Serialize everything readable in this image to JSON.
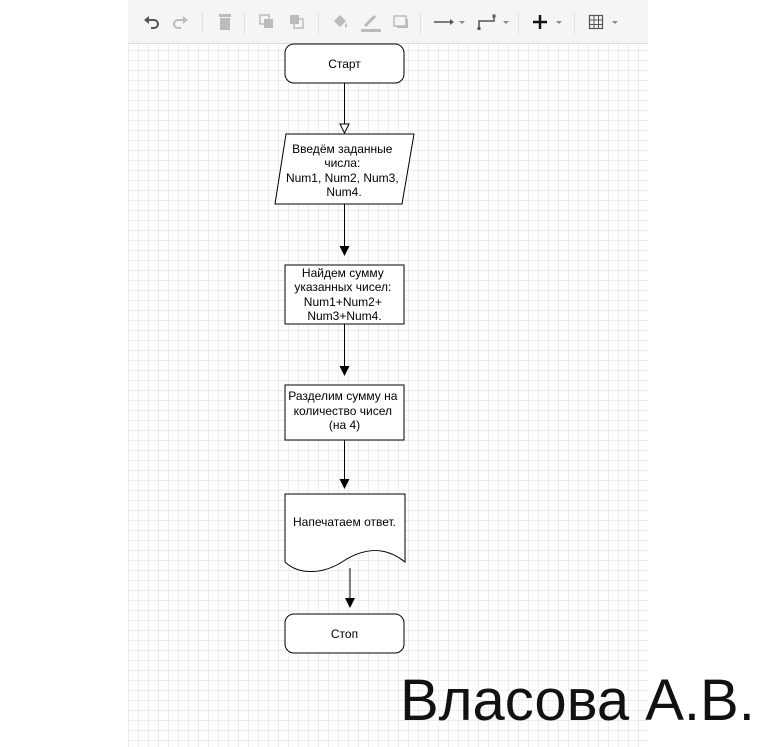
{
  "toolbar": {
    "tools": [
      "undo-icon",
      "redo-icon",
      "delete-icon",
      "to-front-icon",
      "to-back-icon",
      "fill-color-icon",
      "line-color-icon",
      "shadow-icon",
      "connection-icon",
      "waypoints-icon",
      "insert-icon",
      "table-icon"
    ]
  },
  "flowchart": {
    "start": "Старт",
    "input": [
      "Введём заданные",
      "числа:",
      "Num1, Num2, Num3,",
      "Num4."
    ],
    "sum": [
      "Найдем сумму",
      "указанных чисел:",
      "Num1+Num2+",
      "Num3+Num4."
    ],
    "divide": [
      "Разделим сумму на",
      "количество чисел",
      "(на 4)"
    ],
    "output": "Напечатаем ответ.",
    "stop": "Стоп"
  },
  "author": "Власова А.В."
}
